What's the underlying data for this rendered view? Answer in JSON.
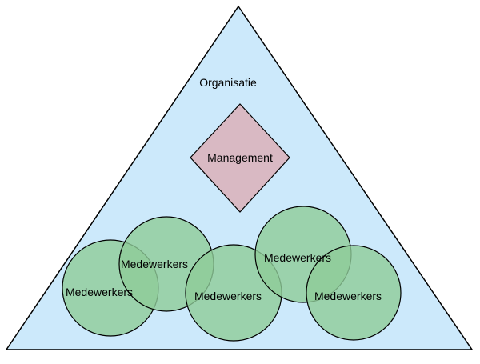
{
  "diagram": {
    "organisation_label": "Organisatie",
    "management_label": "Management",
    "employee_groups": [
      {
        "label": "Medewerkers"
      },
      {
        "label": "Medewerkers"
      },
      {
        "label": "Medewerkers"
      },
      {
        "label": "Medewerkers"
      },
      {
        "label": "Medewerkers"
      }
    ]
  },
  "colors": {
    "triangle_fill": "#cce9fb",
    "triangle_stroke": "#000000",
    "diamond_fill": "#d9b9c3",
    "circle_fill": "#8fcc99",
    "outline": "#000000"
  }
}
